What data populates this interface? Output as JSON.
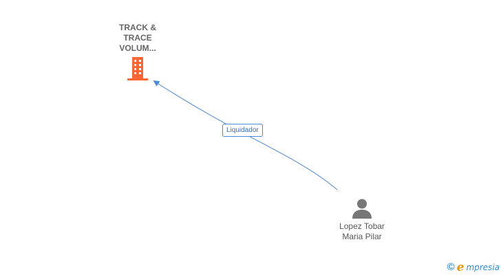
{
  "company": {
    "name": "TRACK &\nTRACE\nVOLUM...",
    "icon": "building-icon",
    "color": "#ff6633"
  },
  "person": {
    "name": "Lopez Tobar\nMaria Pilar",
    "icon": "person-icon",
    "color": "#777777"
  },
  "relation": {
    "label": "Liquidador",
    "color": "#4a89dc"
  },
  "brand": {
    "copyright": "©",
    "initial": "e",
    "rest": "mpresia"
  }
}
